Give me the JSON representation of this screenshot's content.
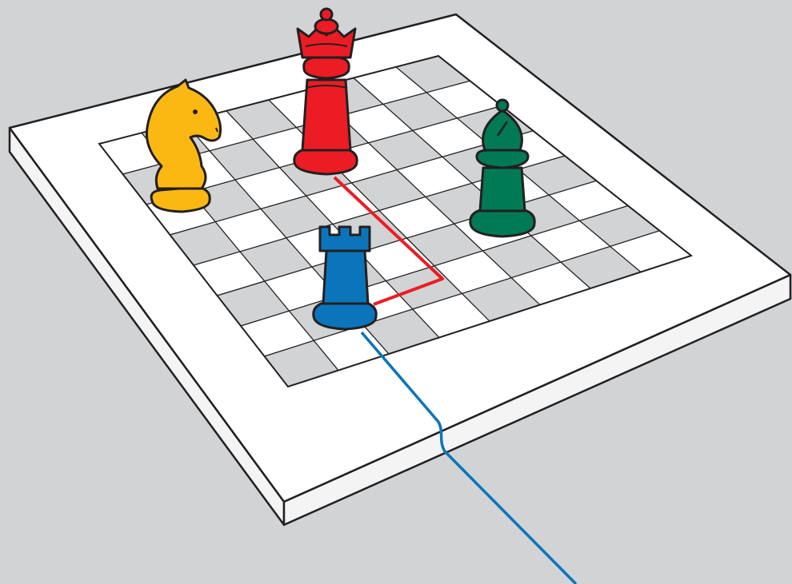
{
  "scene": {
    "background": "#d1d3d4",
    "board": {
      "files": 8,
      "ranks": 8,
      "frame_top_color": "#ffffff",
      "frame_side_color": "#f4f4f4",
      "light_square": "#ffffff",
      "dark_square": "#d1d3d4",
      "outline_color": "#231f20"
    },
    "pieces": [
      {
        "name": "knight",
        "color": "#fbb813",
        "icon": "knight-icon"
      },
      {
        "name": "queen",
        "color": "#ec1c24",
        "icon": "queen-icon"
      },
      {
        "name": "bishop",
        "color": "#007a55",
        "icon": "bishop-icon"
      },
      {
        "name": "rook",
        "color": "#0b75bb",
        "icon": "rook-icon"
      }
    ],
    "paths": [
      {
        "name": "queen-path",
        "color": "#ed1c24"
      },
      {
        "name": "rook-path",
        "color": "#0b75bb"
      }
    ]
  }
}
